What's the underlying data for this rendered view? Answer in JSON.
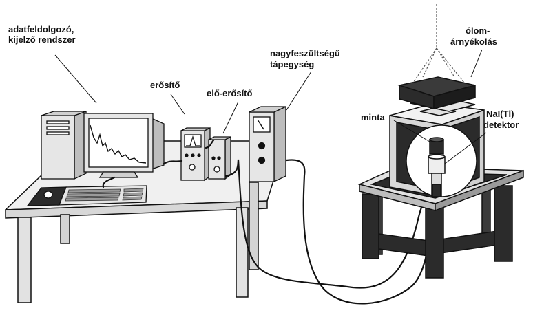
{
  "labels": {
    "computer_line1": "adatfeldolgozó,",
    "computer_line2": "kijelző rendszer",
    "amplifier": "erősítő",
    "preamplifier": "elő-erősítő",
    "hv_line1": "nagyfeszültségű",
    "hv_line2": "tápegység",
    "shield_line1": "ólom-",
    "shield_line2": "árnyékolás",
    "sample": "minta",
    "detector_line1": "NaI(Tl)",
    "detector_line2": "detektor"
  },
  "colors": {
    "line": "#111111",
    "light_gray": "#e6e6e6",
    "mid_gray": "#bdbdbd",
    "dark": "#2b2b2b",
    "white": "#ffffff"
  }
}
